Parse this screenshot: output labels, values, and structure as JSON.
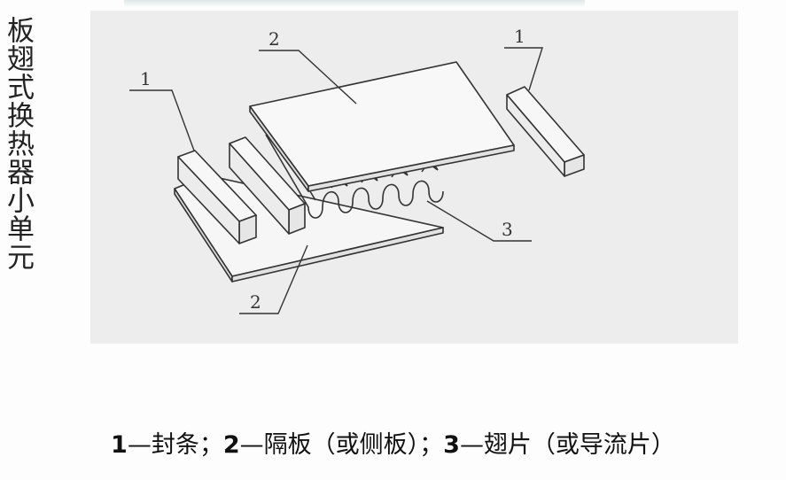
{
  "title": "板翅式换热器小单元",
  "diagram": {
    "labels": {
      "seal_left": "1",
      "seal_right": "1",
      "plate_top": "2",
      "plate_bottom": "2",
      "fin": "3"
    }
  },
  "caption": {
    "n1": "1",
    "t1": "—封条；",
    "n2": "2",
    "t2": "—隔板（或侧板）；",
    "n3": "3",
    "t3": "—翅片（或导流片）"
  }
}
